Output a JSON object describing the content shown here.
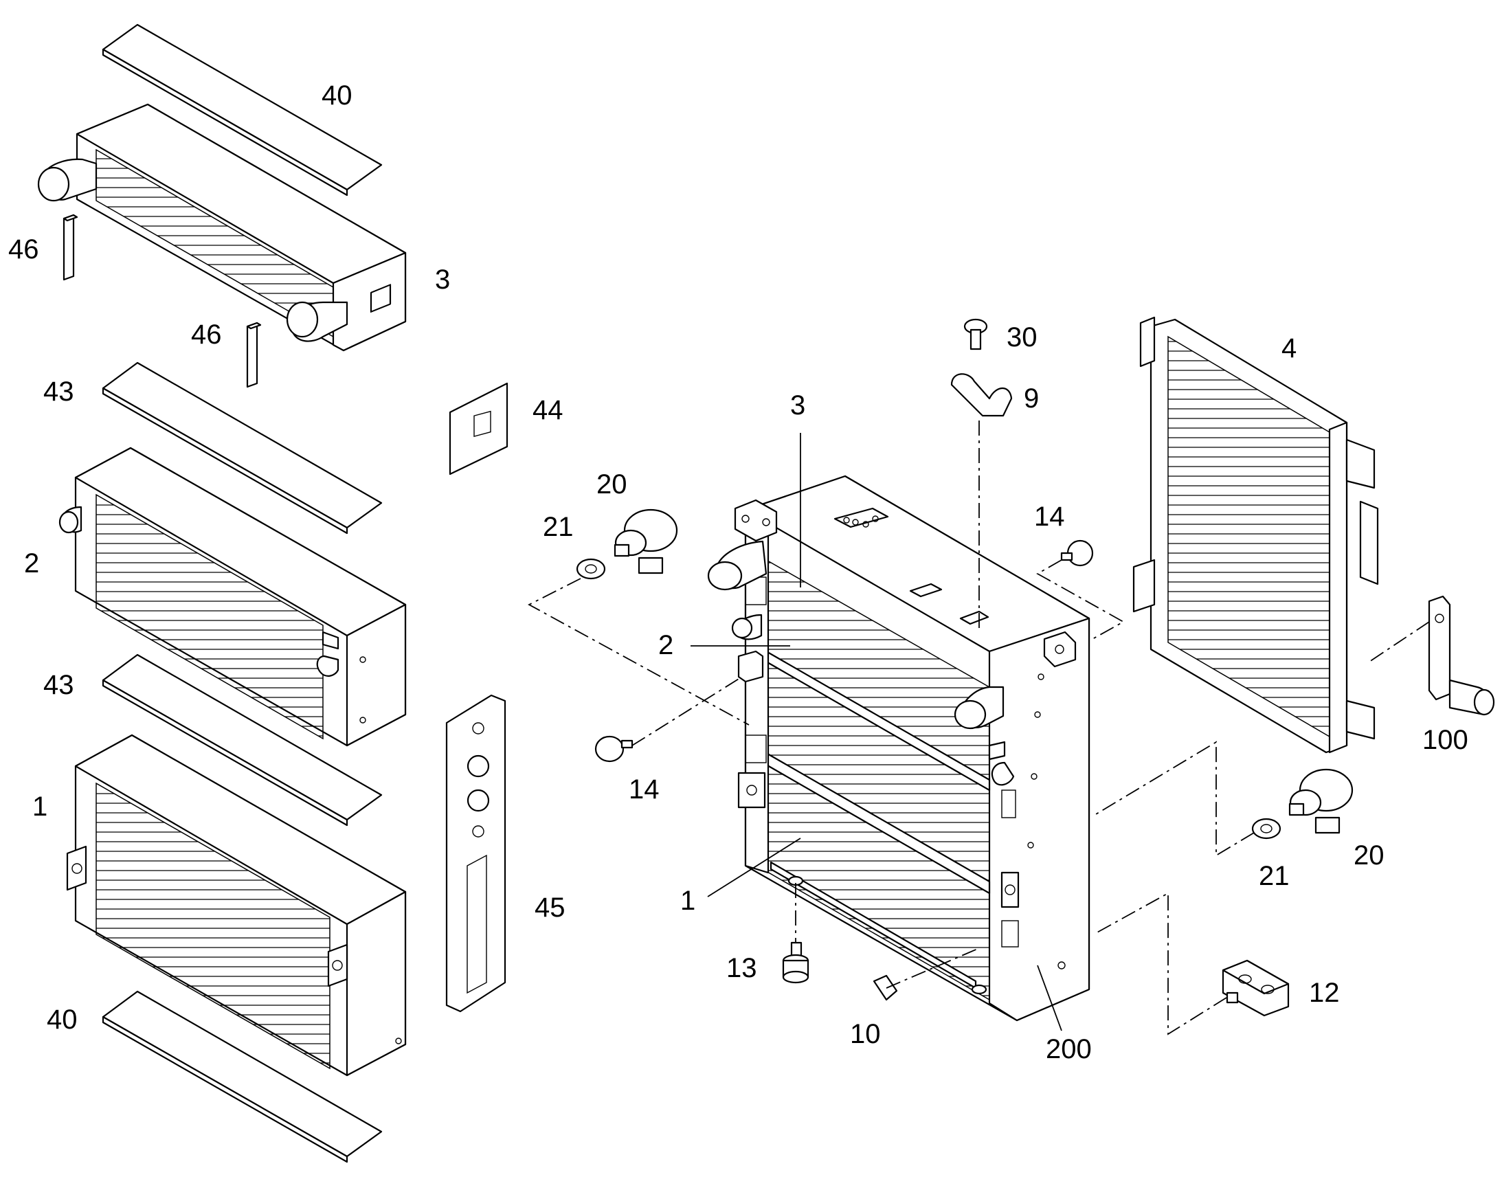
{
  "diagram": {
    "labels": {
      "l40_top": "40",
      "l46_left": "46",
      "l3_left": "3",
      "l46_mid": "46",
      "l43_top": "43",
      "l44": "44",
      "l2_left": "2",
      "l43_mid": "43",
      "l1_left": "1",
      "l45": "45",
      "l40_bottom": "40",
      "l30": "30",
      "l9": "9",
      "l3_center": "3",
      "l4": "4",
      "l20_left": "20",
      "l21_left": "21",
      "l14_right": "14",
      "l2_center": "2",
      "l14_left": "14",
      "l100": "100",
      "l1_center": "1",
      "l21_right": "21",
      "l20_right": "20",
      "l13": "13",
      "l10": "10",
      "l200": "200",
      "l12": "12"
    }
  }
}
